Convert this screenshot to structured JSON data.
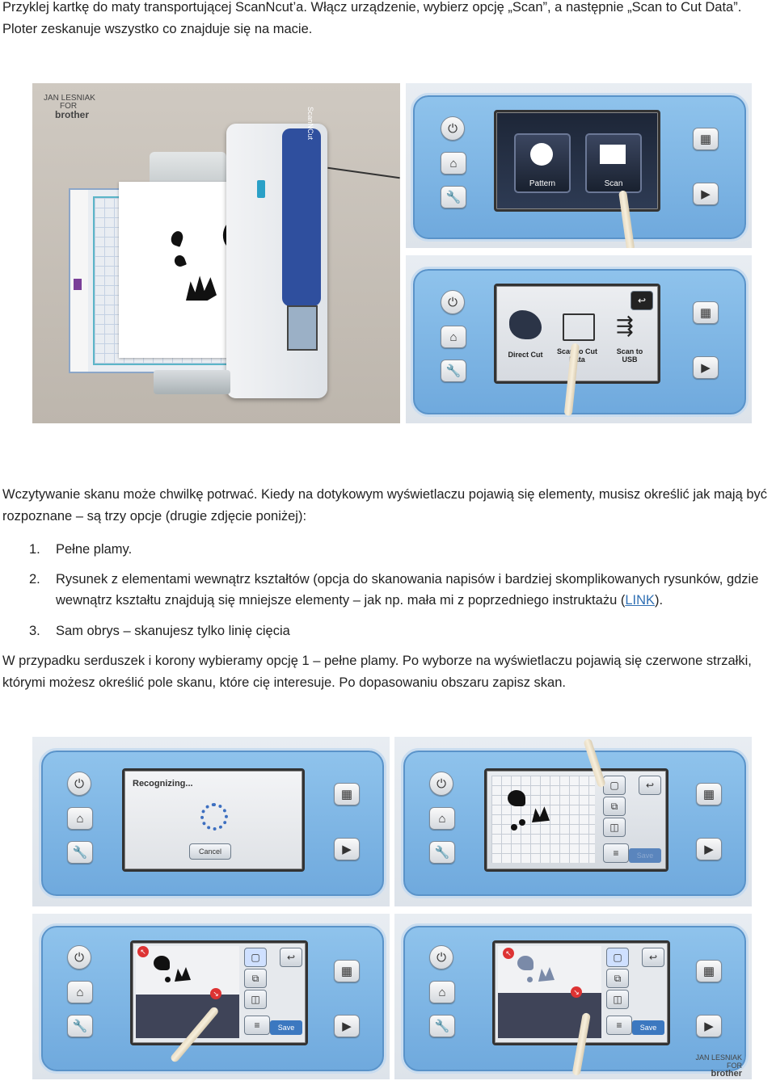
{
  "intro": {
    "line1": "Przyklej kartkę do maty transportującej ScanNcut’a. Włącz urządzenie, wybierz opcję „Scan”, a następnie „Scan to Cut Data”.",
    "line2": "Ploter zeskanuje wszystko co znajduje się na macie."
  },
  "photo1": {
    "watermark": "JAN LESNIAK",
    "brand_for": "FOR",
    "brand": "brother",
    "machine_label": "ScanNCut"
  },
  "photo2": {
    "tiles": [
      "Pattern",
      "Scan"
    ]
  },
  "photo3": {
    "tiles": [
      "Direct Cut",
      "Scan to Cut Data",
      "Scan to USB"
    ]
  },
  "recognize": {
    "paragraph": "Wczytywanie skanu może chwilkę potrwać. Kiedy na dotykowym wyświetlaczu pojawią się elementy, musisz określić jak mają być rozpoznane – są trzy opcje (drugie zdjęcie poniżej):",
    "options": [
      {
        "num": "1.",
        "text": "Pełne plamy."
      },
      {
        "num": "2.",
        "text_before": "Rysunek z elementami wewnątrz kształtów (opcja do skanowania napisów i bardziej skomplikowanych rysunków, gdzie wewnątrz kształtu znajdują się mniejsze elementy – jak np. mała mi z poprzedniego instruktażu (",
        "link": "LINK",
        "text_after": ")."
      },
      {
        "num": "3.",
        "text": "Sam obrys – skanujesz tylko linię cięcia"
      }
    ]
  },
  "summary": "W przypadku serduszek i korony wybieramy opcję 1 – pełne plamy. Po wyborze na wyświetlaczu pojawią się czerwone strzałki, którymi możesz określić pole skanu, które cię interesuje. Po dopasowaniu obszaru zapisz skan.",
  "photo4": {
    "status": "Recognizing...",
    "cancel": "Cancel"
  },
  "photo5": {
    "save": "Save"
  },
  "photo6": {
    "save": "Save"
  },
  "photo7": {
    "save": "Save",
    "watermark": "JAN LESNIAK",
    "brand_for": "FOR",
    "brand": "brother"
  }
}
